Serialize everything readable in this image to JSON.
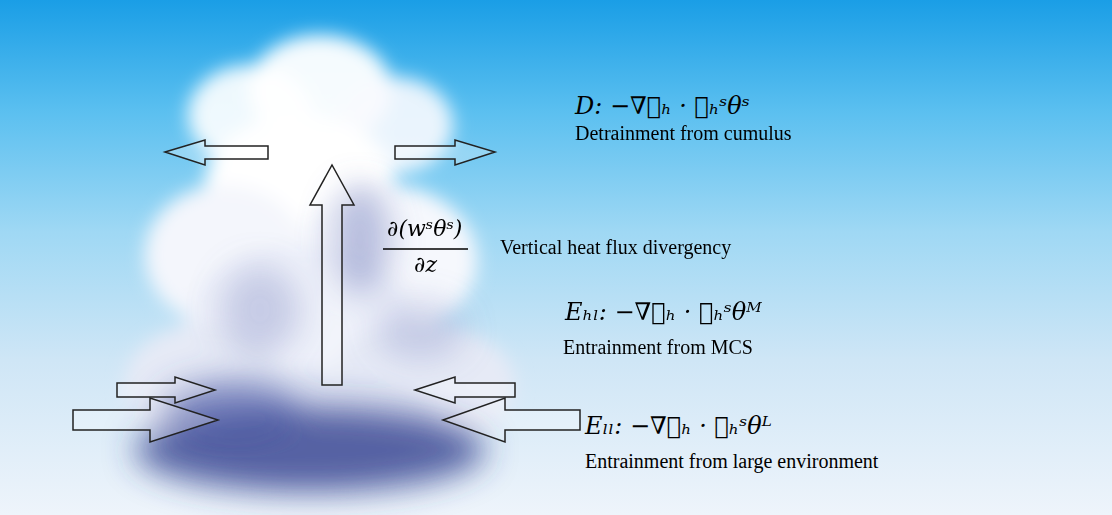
{
  "diagram": {
    "labels": [
      "D: −∇⃗ₕ · 𝐯ₕˢθˢ",
      "Detrainment from cumulus",
      "∂(wˢθˢ)",
      "∂z",
      "Vertical heat flux divergency",
      "Eₕₗ: −∇⃗ₕ · 𝐯ₕˢθᴹ",
      "Entrainment from MCS",
      "Eₗₗ: −∇⃗ₕ · 𝐯ₕˢθᴸ",
      "Entrainment from large environment"
    ]
  }
}
